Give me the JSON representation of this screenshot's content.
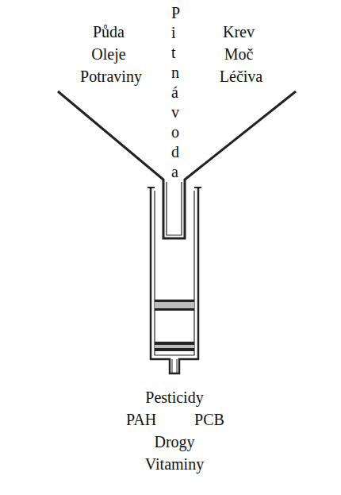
{
  "diagram": {
    "labels": [
      "Půda",
      "Oleje",
      "Potraviny",
      "Pitná voda",
      "Krev",
      "Moč",
      "Léčiva",
      "Pesticidy",
      "PAH",
      "PCB",
      "Drogy",
      "Vitaminy"
    ]
  }
}
